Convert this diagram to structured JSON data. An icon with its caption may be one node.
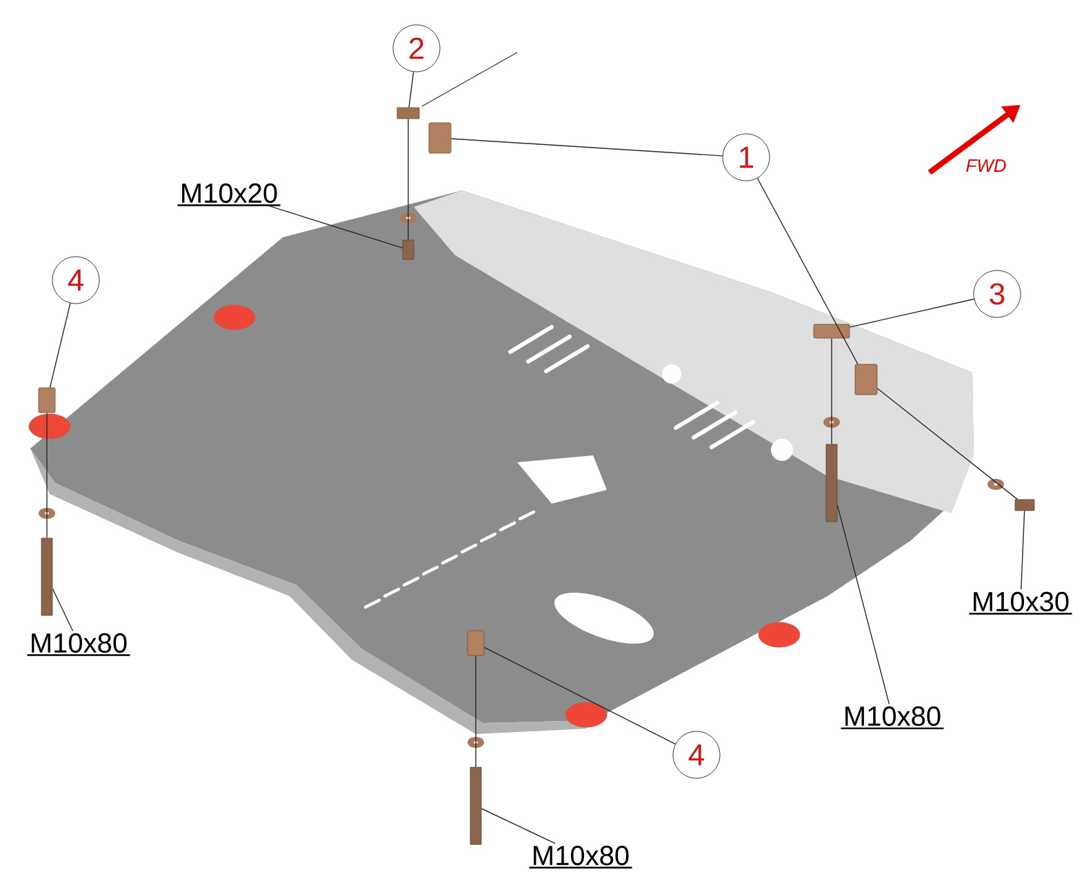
{
  "diagram": {
    "nodes": [
      {
        "text": [
          "2"
        ]
      },
      {
        "text": [
          "1"
        ]
      },
      {
        "text": [
          "4"
        ]
      },
      {
        "text": [
          "3"
        ]
      },
      {
        "text": [
          "4"
        ]
      },
      {
        "text": [
          "M10x20"
        ]
      },
      {
        "text": [
          "M10x80"
        ]
      },
      {
        "text": [
          "M10x80"
        ]
      },
      {
        "text": [
          "M10x30"
        ]
      },
      {
        "text": [
          "M10x80"
        ]
      },
      {
        "text": [],
        "shape": "plate"
      },
      {
        "text": [],
        "shape": "bracket"
      },
      {
        "text": [],
        "shape": "bracket"
      },
      {
        "text": [],
        "shape": "bracket"
      },
      {
        "text": [],
        "shape": "bracket"
      },
      {
        "text": [],
        "shape": "bracket"
      },
      {
        "text": [],
        "shape": "bolt"
      },
      {
        "text": [],
        "shape": "bolt"
      },
      {
        "text": [],
        "shape": "bolt"
      },
      {
        "text": [],
        "shape": "bolt"
      },
      {
        "text": [],
        "shape": "bolt"
      }
    ],
    "edges": [
      {
        "from": 0,
        "to": 10,
        "arrow": "none"
      },
      {
        "from": 1,
        "to": 11,
        "arrow": "none"
      },
      {
        "from": 1,
        "to": 12,
        "arrow": "none"
      },
      {
        "from": 2,
        "to": 13,
        "arrow": "none"
      },
      {
        "from": 3,
        "to": 14,
        "arrow": "none"
      },
      {
        "from": 4,
        "to": 15,
        "arrow": "none"
      },
      {
        "from": 5,
        "to": 16,
        "arrow": "none"
      },
      {
        "from": 6,
        "to": 17,
        "arrow": "none"
      },
      {
        "from": 7,
        "to": 18,
        "arrow": "none"
      },
      {
        "from": 8,
        "to": 19,
        "arrow": "none"
      },
      {
        "from": 9,
        "to": 20,
        "arrow": "none"
      },
      {
        "from": 10,
        "to": 16,
        "arrow": "none"
      },
      {
        "from": 13,
        "to": 17,
        "arrow": "none"
      },
      {
        "from": 14,
        "to": 18,
        "arrow": "none"
      },
      {
        "from": 15,
        "to": 20,
        "arrow": "none"
      },
      {
        "from": 12,
        "to": 19,
        "arrow": "none"
      }
    ],
    "labels": [
      "FWD"
    ]
  }
}
